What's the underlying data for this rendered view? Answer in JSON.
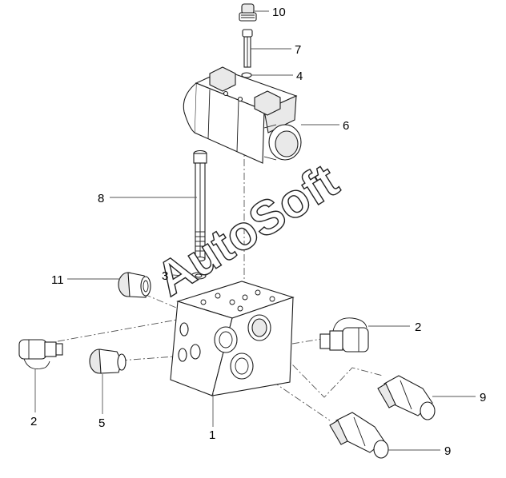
{
  "diagram": {
    "watermark": "AutoSoft",
    "callouts": {
      "c1": "1",
      "c2_left": "2",
      "c2_right": "2",
      "c3": "3",
      "c4": "4",
      "c5": "5",
      "c6": "6",
      "c7": "7",
      "c8": "8",
      "c9_upper": "9",
      "c9_lower": "9",
      "c10": "10",
      "c11": "11"
    }
  }
}
